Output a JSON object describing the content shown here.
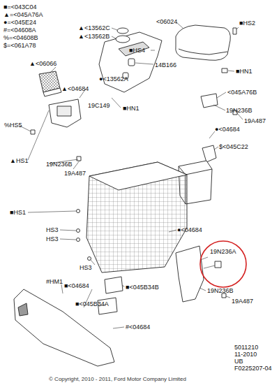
{
  "diagram": {
    "labels": [
      "■=<043C04",
      "▲=<045A76A",
      "●=<045E24",
      "#=<04608A",
      "%=<04608B",
      "$=<061A78",
      "▲<13562C",
      "▲<13562B",
      "<06024",
      "■HS2",
      "■HS4",
      "14B166",
      "●<13562A",
      "■HN1",
      "▲<06066",
      "▲<04684",
      "<045A76B",
      "■HN1",
      "19C149",
      "19N236B",
      "19A487",
      "●<04684",
      "$<045C22",
      "%HS5",
      "▲HS1",
      "19N236B",
      "19A487",
      "■HS1",
      "HS3",
      "HS3",
      "●<04684",
      "19N236A",
      "HS3",
      "#HM1",
      "■<04684",
      "■<045B34B",
      "■<045B34A",
      "19N236B",
      "19A487",
      "#<04684",
      "5011210",
      "11-2010",
      "UB",
      "F0225207-04",
      "© Copyright, 2010 - 2011, Ford Motor Company Limited"
    ]
  }
}
